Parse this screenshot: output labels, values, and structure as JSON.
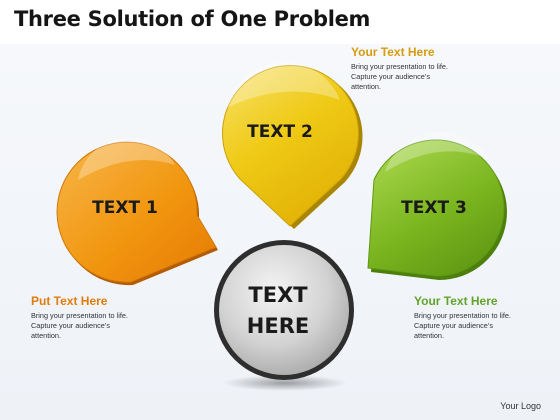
{
  "title": "Three Solution of One Problem",
  "shapes": {
    "text1": "TEXT 1",
    "text2": "TEXT 2",
    "text3": "TEXT 3",
    "center_line1": "TEXT",
    "center_line2": "HERE"
  },
  "notes": {
    "top": {
      "heading": "Your Text Here",
      "lines": [
        "Bring your presentation to life.",
        "Capture your audience’s",
        "attention."
      ]
    },
    "left": {
      "heading": "Put Text Here",
      "lines": [
        "Bring your presentation to life.",
        "Capture your audience’s",
        "attention."
      ]
    },
    "right": {
      "heading": "Your Text Here",
      "lines": [
        "Bring your presentation to life.",
        "Capture your audience’s",
        "attention."
      ]
    }
  },
  "logo": "Your Logo",
  "colors": {
    "orange": "#f39a12",
    "yellow": "#f2cc1a",
    "green": "#7ab51f",
    "gray": "#c8c8c8",
    "heading_gold": "#d69c0e",
    "heading_orange": "#e07b0c",
    "heading_green": "#62a42b"
  }
}
